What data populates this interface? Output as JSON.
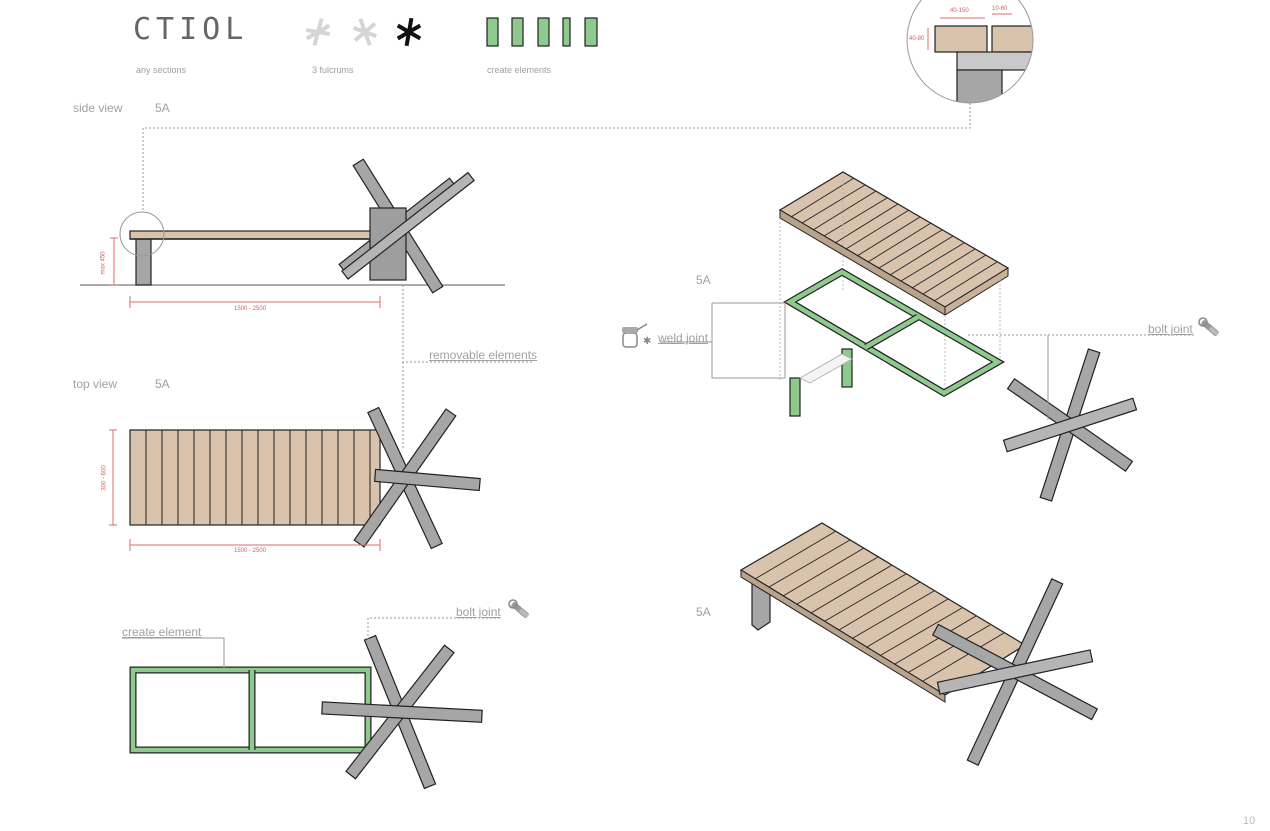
{
  "legend": {
    "sections_glyphs": "CTIOL",
    "sections_label": "any sections",
    "fulcrums_label": "3 fulcrums",
    "elements_label": "create elements"
  },
  "side_view": {
    "title": "side view",
    "tag": "5A",
    "height_dim": "max 450",
    "length_dim": "1500 - 2500"
  },
  "top_view": {
    "title": "top view",
    "tag": "5A",
    "width_dim": "300 - 600",
    "length_dim": "1500 - 2500"
  },
  "detail": {
    "dim_a": "40-150",
    "dim_b": "10-60",
    "dim_c": "40-80"
  },
  "callouts": {
    "removable": "removable elements",
    "create_element": "create element",
    "bolt_joint_left": "bolt joint",
    "weld_joint": "weld joint",
    "bolt_joint_right": "bolt joint",
    "iso_top_tag": "5A",
    "iso_bottom_tag": "5A"
  },
  "colors": {
    "wood": "#d9c3ac",
    "steel": "#a6a6a6",
    "green": "#8ec98e",
    "dim_red": "#e06a6a",
    "line": "#9a9a9a"
  },
  "icons": [
    "weld-icon",
    "wrench-bolt-icon"
  ],
  "page_number": "10"
}
